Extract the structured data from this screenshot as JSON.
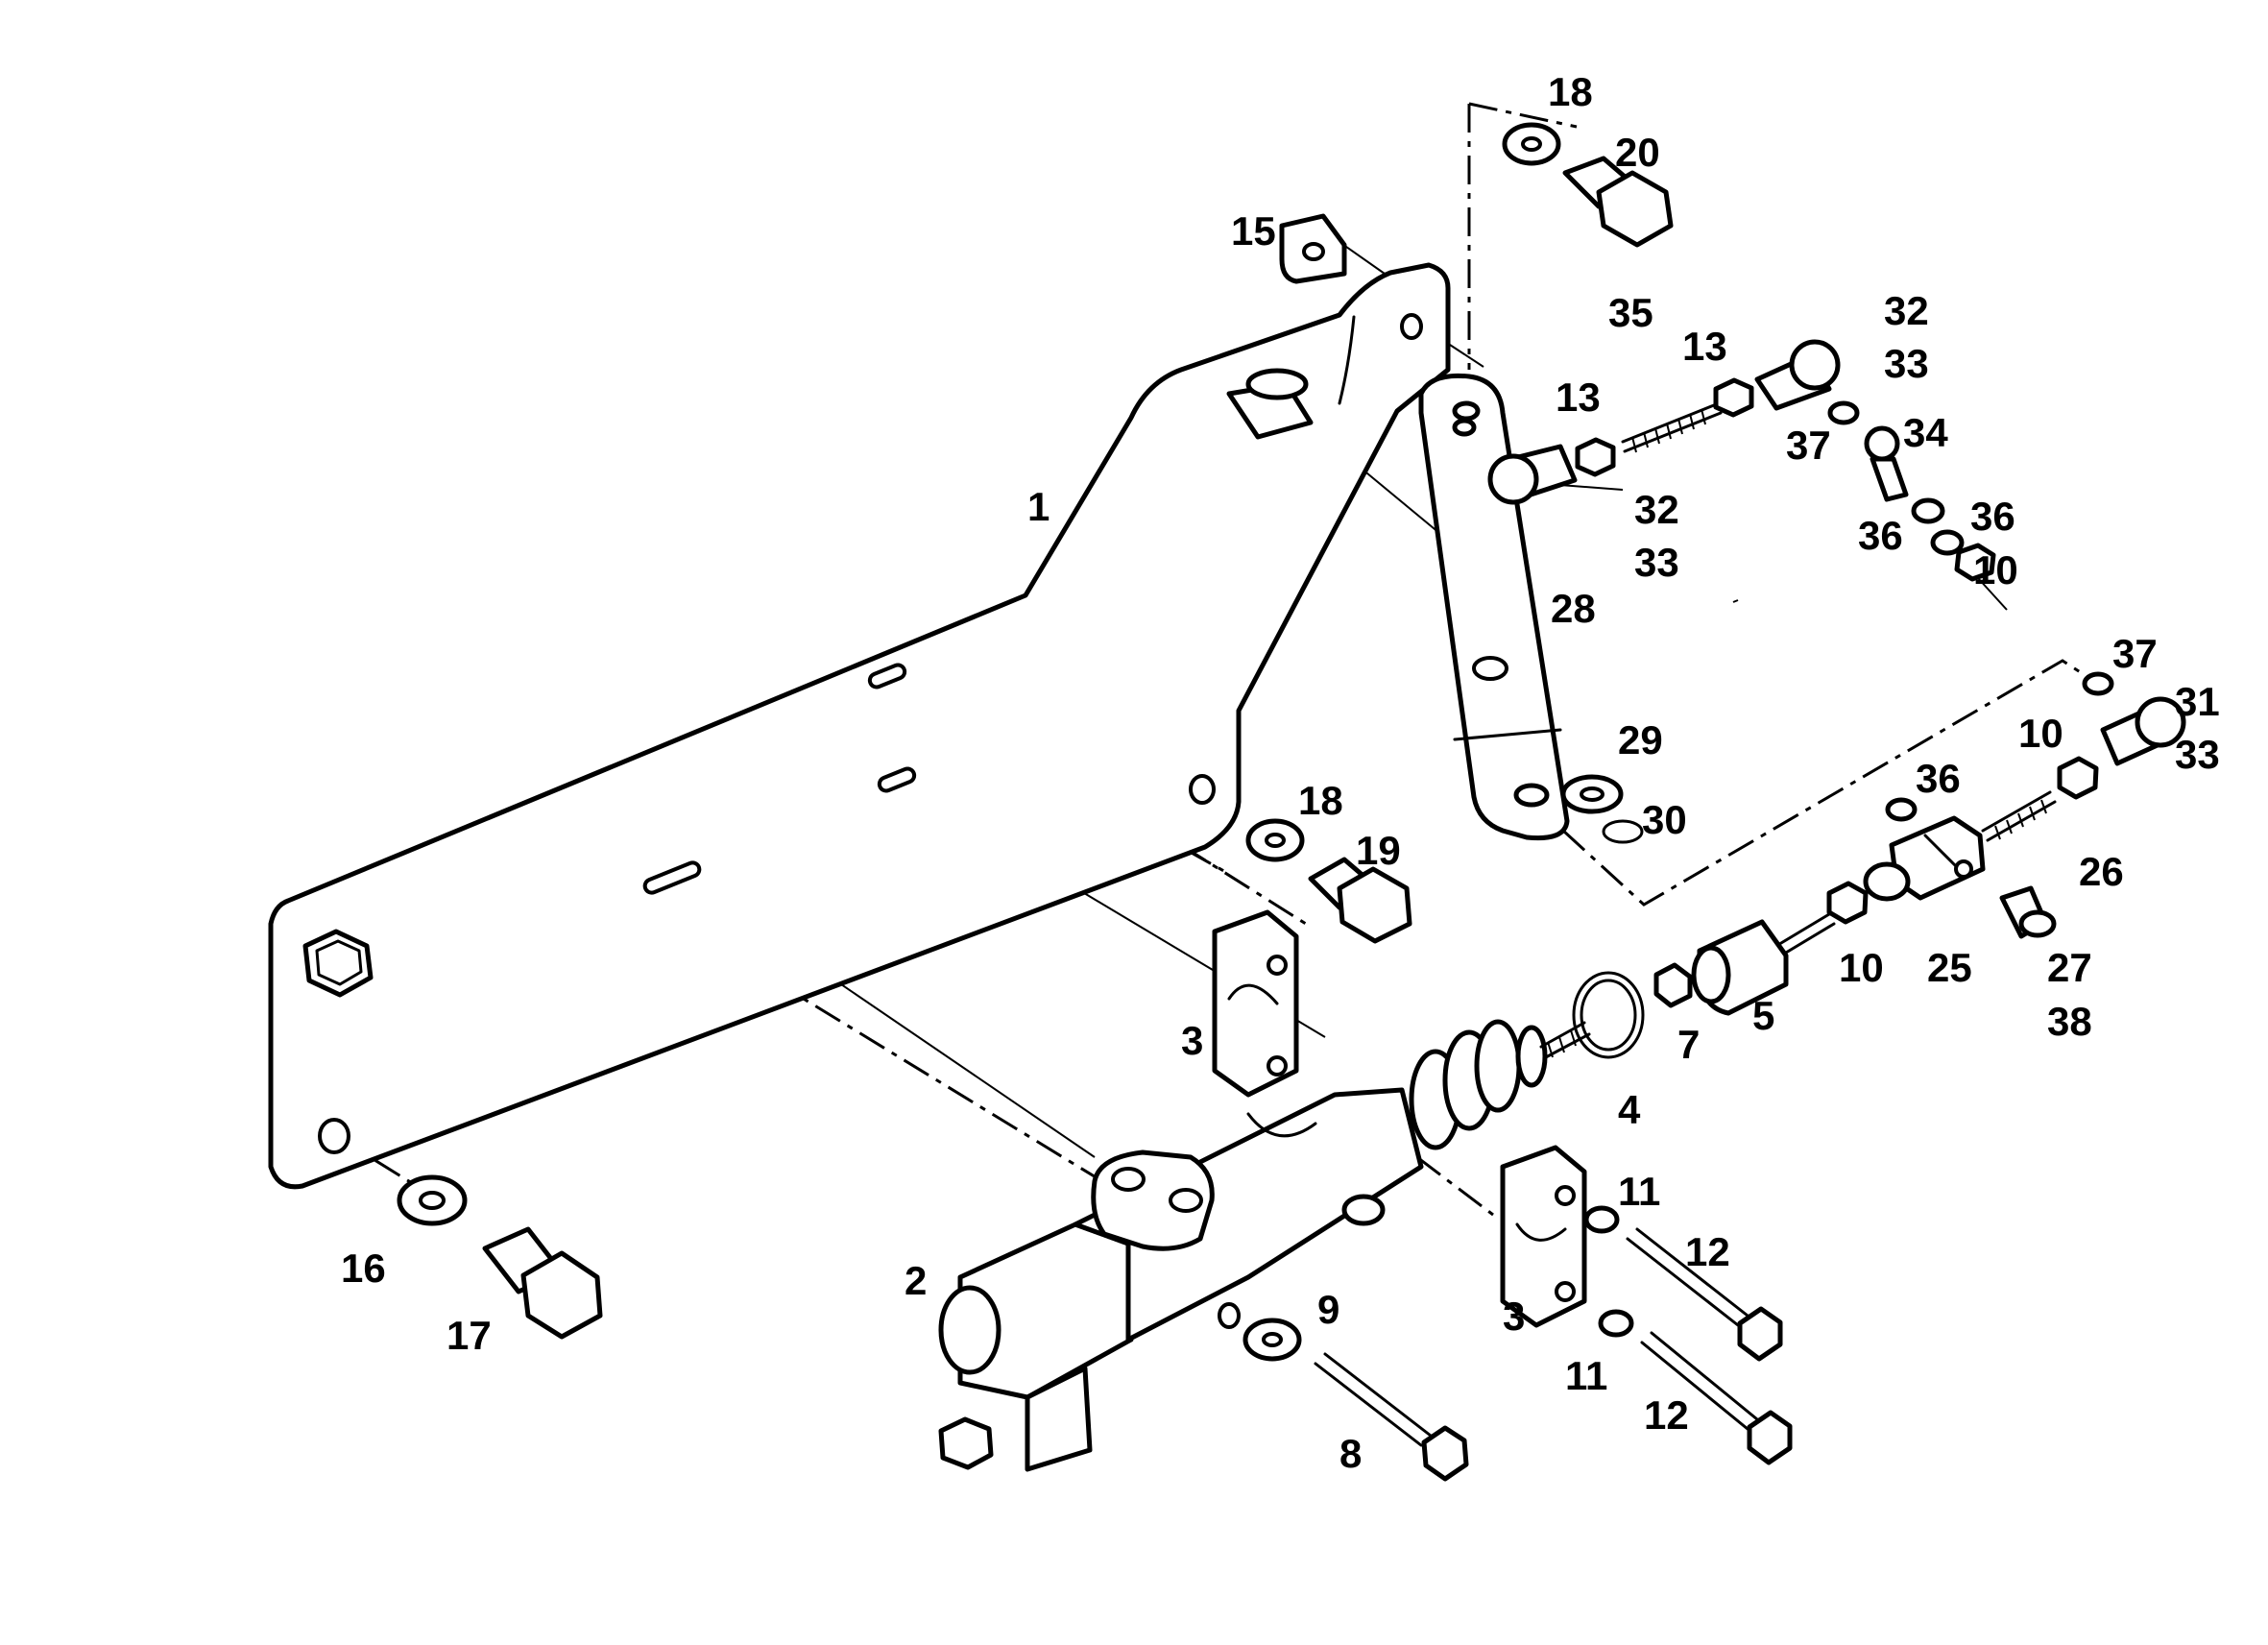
{
  "callouts": [
    {
      "id": "c1",
      "text": "1"
    },
    {
      "id": "c2",
      "text": "2"
    },
    {
      "id": "c3a",
      "text": "3"
    },
    {
      "id": "c3b",
      "text": "3"
    },
    {
      "id": "c4",
      "text": "4"
    },
    {
      "id": "c5",
      "text": "5"
    },
    {
      "id": "c7",
      "text": "7"
    },
    {
      "id": "c8",
      "text": "8"
    },
    {
      "id": "c9",
      "text": "9"
    },
    {
      "id": "c10a",
      "text": "10"
    },
    {
      "id": "c10b",
      "text": "10"
    },
    {
      "id": "c10c",
      "text": "10"
    },
    {
      "id": "c11a",
      "text": "11"
    },
    {
      "id": "c11b",
      "text": "11"
    },
    {
      "id": "c12a",
      "text": "12"
    },
    {
      "id": "c12b",
      "text": "12"
    },
    {
      "id": "c13a",
      "text": "13"
    },
    {
      "id": "c13b",
      "text": "13"
    },
    {
      "id": "c15",
      "text": "15"
    },
    {
      "id": "c16",
      "text": "16"
    },
    {
      "id": "c17",
      "text": "17"
    },
    {
      "id": "c18a",
      "text": "18"
    },
    {
      "id": "c18b",
      "text": "18"
    },
    {
      "id": "c19",
      "text": "19"
    },
    {
      "id": "c20",
      "text": "20"
    },
    {
      "id": "c25",
      "text": "25"
    },
    {
      "id": "c26",
      "text": "26"
    },
    {
      "id": "c27",
      "text": "27"
    },
    {
      "id": "c28",
      "text": "28"
    },
    {
      "id": "c29",
      "text": "29"
    },
    {
      "id": "c30",
      "text": "30"
    },
    {
      "id": "c31",
      "text": "31"
    },
    {
      "id": "c32a",
      "text": "32"
    },
    {
      "id": "c32b",
      "text": "32"
    },
    {
      "id": "c33a",
      "text": "33"
    },
    {
      "id": "c33b",
      "text": "33"
    },
    {
      "id": "c33c",
      "text": "33"
    },
    {
      "id": "c34",
      "text": "34"
    },
    {
      "id": "c35",
      "text": "35"
    },
    {
      "id": "c36a",
      "text": "36"
    },
    {
      "id": "c36b",
      "text": "36"
    },
    {
      "id": "c36c",
      "text": "36"
    },
    {
      "id": "c37a",
      "text": "37"
    },
    {
      "id": "c37b",
      "text": "37"
    },
    {
      "id": "c38",
      "text": "38"
    }
  ]
}
